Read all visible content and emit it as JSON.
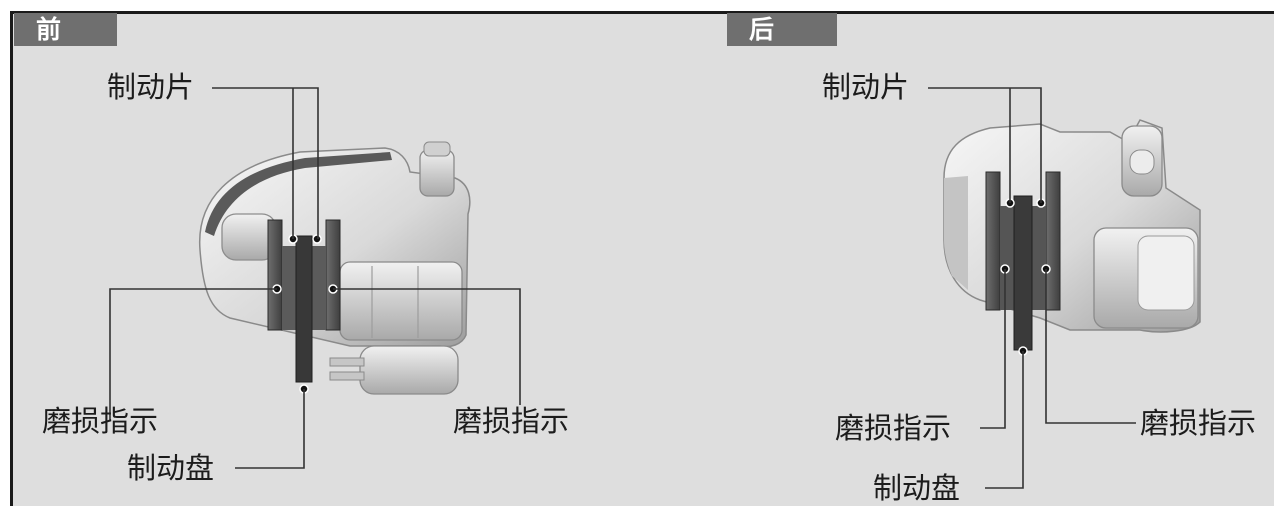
{
  "sections": {
    "front": {
      "tab": "前",
      "labels": {
        "brake_pad": "制动片",
        "wear_indicator_left": "磨损指示",
        "wear_indicator_right": "磨损指示",
        "brake_disc": "制动盘"
      }
    },
    "rear": {
      "tab": "后",
      "labels": {
        "brake_pad": "制动片",
        "wear_indicator_left": "磨损指示",
        "wear_indicator_right": "磨损指示",
        "brake_disc": "制动盘"
      }
    }
  },
  "colors": {
    "background": "#dedede",
    "tab": "#6f6f6f",
    "pad": "#4a4a4a",
    "disc": "#333333",
    "caliper": "#e8e8e8",
    "leader": "#333333"
  }
}
